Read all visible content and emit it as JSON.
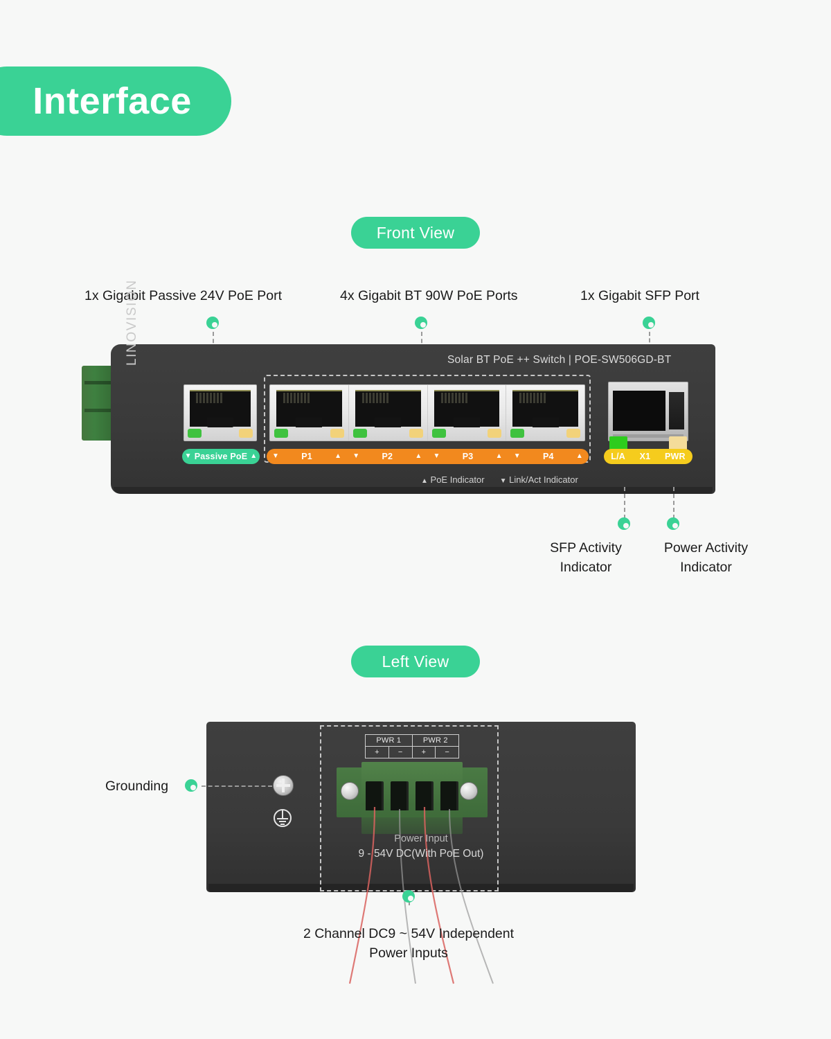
{
  "page": {
    "background": "#f7f8f7",
    "accent_green": "#3ad295",
    "orange": "#f2891e",
    "yellow": "#f5cc1d"
  },
  "banner": {
    "title": "Interface"
  },
  "sections": {
    "front": {
      "pill_label": "Front View"
    },
    "left": {
      "pill_label": "Left View"
    }
  },
  "front_view": {
    "brand": "LINOVISION",
    "device_title": "Solar BT PoE ++ Switch | POE-SW506GD-BT",
    "top_callouts": [
      {
        "label": "1x Gigabit Passive 24V PoE Port"
      },
      {
        "label": "4x Gigabit BT 90W PoE Ports"
      },
      {
        "label": "1x Gigabit SFP Port"
      }
    ],
    "bottom_callouts": [
      {
        "line1": "SFP Activity",
        "line2": "Indicator"
      },
      {
        "line1": "Power Activity",
        "line2": "Indicator"
      }
    ],
    "passive_strip": {
      "label": "Passive PoE",
      "left_tri": "▼",
      "right_tri": "▲"
    },
    "port_strip": {
      "ports": [
        {
          "name": "P1",
          "left_tri": "▼",
          "right_tri": "▲"
        },
        {
          "name": "P2",
          "left_tri": "▼",
          "right_tri": "▲"
        },
        {
          "name": "P3",
          "left_tri": "▼",
          "right_tri": "▲"
        },
        {
          "name": "P4",
          "left_tri": "▼",
          "right_tri": "▲"
        }
      ]
    },
    "sfp_strip": {
      "labels": [
        "L/A",
        "X1",
        "PWR"
      ]
    },
    "legend": [
      {
        "glyph": "▲",
        "label": "PoE Indicator"
      },
      {
        "glyph": "▼",
        "label": "Link/Act Indicator"
      }
    ]
  },
  "left_view": {
    "grounding_label": "Grounding",
    "pwr_table": {
      "header": [
        "PWR 1",
        "PWR 2"
      ],
      "polarity": [
        "+",
        "−",
        "+",
        "−"
      ]
    },
    "power_input": {
      "line1": "Power Input",
      "line2": "9 - 54V DC(With PoE Out)"
    },
    "bottom_callout": {
      "line1": "2 Channel DC9 ~ 54V Independent",
      "line2": "Power Inputs"
    }
  },
  "icons": {
    "marker": "green-donut-marker",
    "earth": "earth-ground-symbol",
    "screw": "phillips-screw"
  }
}
